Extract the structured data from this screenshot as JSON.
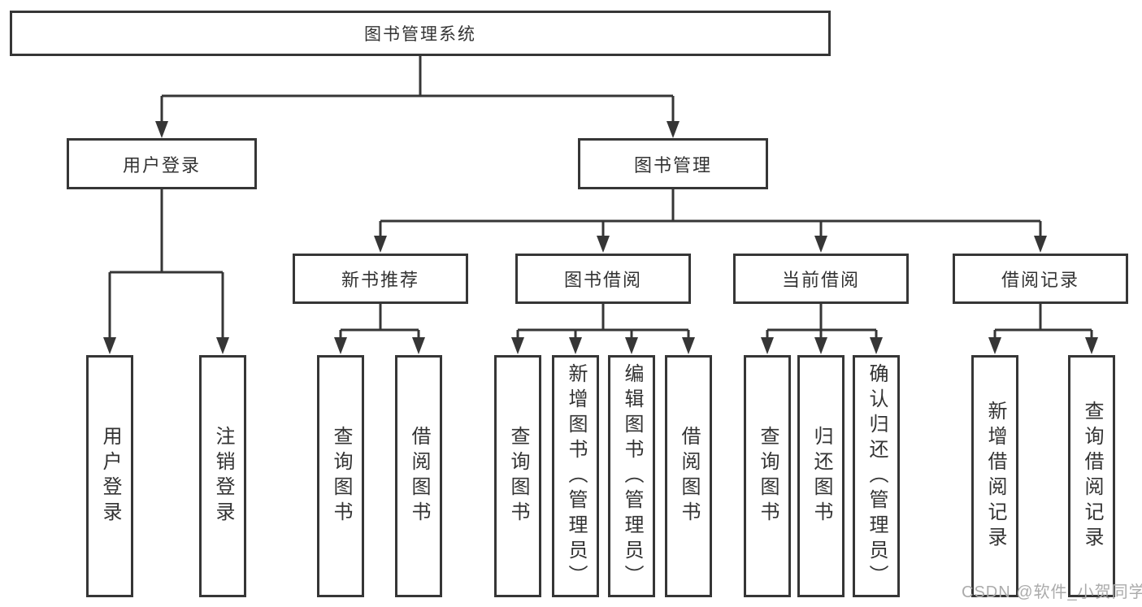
{
  "diagram_title": "图书管理系统",
  "watermark": "CSDN @软件_小贺同学",
  "colors": {
    "line": "#363636",
    "box_border": "#363636",
    "text": "#333333",
    "background": "#ffffff",
    "watermark": "#ababab"
  },
  "tree": {
    "label": "图书管理系统",
    "children": [
      {
        "label": "用户登录",
        "children": [
          {
            "label": "用户登录"
          },
          {
            "label": "注销登录"
          }
        ]
      },
      {
        "label": "图书管理",
        "children": [
          {
            "label": "新书推荐",
            "children": [
              {
                "label": "查询图书"
              },
              {
                "label": "借阅图书"
              }
            ]
          },
          {
            "label": "图书借阅",
            "children": [
              {
                "label": "查询图书"
              },
              {
                "label": "新增图书（管理员）"
              },
              {
                "label": "编辑图书（管理员）"
              },
              {
                "label": "借阅图书"
              }
            ]
          },
          {
            "label": "当前借阅",
            "children": [
              {
                "label": "查询图书"
              },
              {
                "label": "归还图书"
              },
              {
                "label": "确认归还（管理员）"
              }
            ]
          },
          {
            "label": "借阅记录",
            "children": [
              {
                "label": "新增借阅记录"
              },
              {
                "label": "查询借阅记录"
              }
            ]
          }
        ]
      }
    ]
  }
}
